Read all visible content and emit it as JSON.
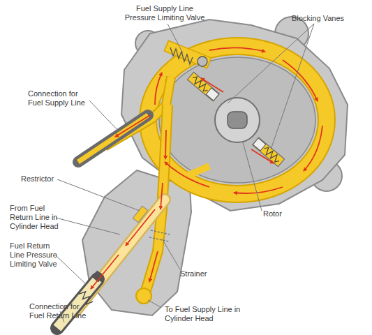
{
  "diagram": {
    "labels": [
      "Fuel Supply Line Pressure Limiting Valve",
      "Blocking Vanes",
      "Connection for Fuel Supply Line",
      "Restrictor",
      "From Fuel Return Line in Cylinder Head",
      "Fuel Return Line Pressure Limiting Valve",
      "Connection for Fuel Return Line",
      "Rotor",
      "Strainer",
      "To Fuel Supply Line in Cylinder Head"
    ]
  }
}
